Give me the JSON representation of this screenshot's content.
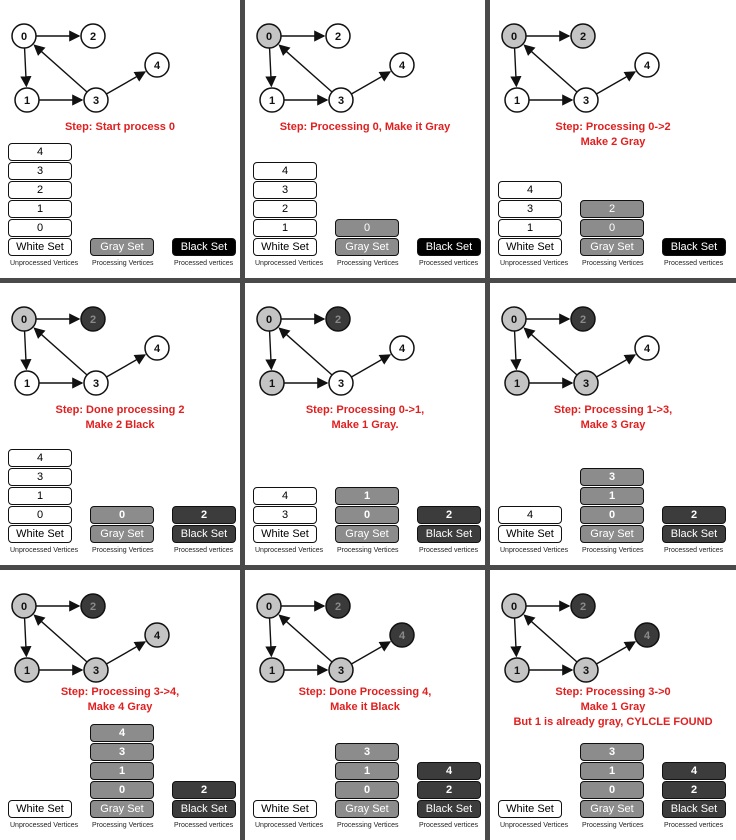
{
  "node_labels": [
    "0",
    "1",
    "2",
    "3",
    "4"
  ],
  "colors": {
    "white": "#ffffff",
    "gray": "#c4c4c4",
    "black": "#3a3a3a",
    "step_text": "#e02020"
  },
  "captions": {
    "white": "Unprocessed Vertices",
    "gray": "Processing Vertices",
    "black": "Processed vertices"
  },
  "panels": [
    {
      "step": "Step: Start process 0",
      "node_state": [
        "white",
        "white",
        "white",
        "white",
        "white"
      ],
      "white_stack": [
        "0",
        "1",
        "2",
        "3",
        "4"
      ],
      "white_label": "White Set",
      "gray_stack": [],
      "gray_label": "Gray Set",
      "black_stack": [],
      "black_label": "Black Set",
      "black_label_style": "blackfill"
    },
    {
      "step": "Step: Processing 0, Make it Gray",
      "node_state": [
        "gray",
        "white",
        "white",
        "white",
        "white"
      ],
      "white_stack": [
        "1",
        "2",
        "3",
        "4"
      ],
      "white_label": "White Set",
      "gray_stack": [
        "0"
      ],
      "gray_label": "Gray Set",
      "black_stack": [],
      "black_label": "Black Set",
      "black_label_style": "blackfill"
    },
    {
      "step": "Step: Processing 0->2\nMake 2 Gray",
      "node_state": [
        "gray",
        "white",
        "gray",
        "white",
        "white"
      ],
      "white_stack": [
        "1",
        "3",
        "4"
      ],
      "white_label": "White Set",
      "gray_stack": [
        "0",
        "2"
      ],
      "gray_label": "Gray Set",
      "black_stack": [],
      "black_label": "Black Set",
      "black_label_style": "blackfill"
    },
    {
      "step": "Step: Done processing 2\nMake 2 Black",
      "node_state": [
        "gray",
        "white",
        "black",
        "white",
        "white"
      ],
      "white_stack": [
        "0",
        "1",
        "3",
        "4"
      ],
      "white_label": "White Set",
      "gray_stack": [
        "0"
      ],
      "gray_label": "Gray Set",
      "black_stack": [
        "2"
      ],
      "black_label": "Black Set",
      "black_label_style": "black"
    },
    {
      "step": "Step: Processing 0->1,\nMake 1 Gray.",
      "node_state": [
        "gray",
        "gray",
        "black",
        "white",
        "white"
      ],
      "white_stack": [
        "3",
        "4"
      ],
      "white_label": "White Set",
      "gray_stack": [
        "0",
        "1"
      ],
      "gray_label": "Gray Set",
      "black_stack": [
        "2"
      ],
      "black_label": "Black Set",
      "black_label_style": "black"
    },
    {
      "step": "Step: Processing 1->3,\nMake 3 Gray",
      "node_state": [
        "gray",
        "gray",
        "black",
        "gray",
        "white"
      ],
      "white_stack": [
        "4"
      ],
      "white_label": "White Set",
      "gray_stack": [
        "0",
        "1",
        "3"
      ],
      "gray_label": "Gray Set",
      "black_stack": [
        "2"
      ],
      "black_label": "Black Set",
      "black_label_style": "black"
    },
    {
      "step": "Step: Processing 3->4,\nMake 4 Gray",
      "node_state": [
        "gray",
        "gray",
        "black",
        "gray",
        "gray"
      ],
      "white_stack": [],
      "white_label": "White Set",
      "gray_stack": [
        "0",
        "1",
        "3",
        "4"
      ],
      "gray_label": "Gray Set",
      "black_stack": [
        "2"
      ],
      "black_label": "Black Set",
      "black_label_style": "black"
    },
    {
      "step": "Step: Done Processing 4,\nMake it Black",
      "node_state": [
        "gray",
        "gray",
        "black",
        "gray",
        "black"
      ],
      "white_stack": [],
      "white_label": "White Set",
      "gray_stack": [
        "0",
        "1",
        "3"
      ],
      "gray_label": "Gray Set",
      "black_stack": [
        "2",
        "4"
      ],
      "black_label": "Black Set",
      "black_label_style": "black"
    },
    {
      "step": "Step: Processing 3->0\nMake 1 Gray\nBut 1 is already gray, CYLCLE FOUND",
      "node_state": [
        "gray",
        "gray",
        "black",
        "gray",
        "black"
      ],
      "white_stack": [],
      "white_label": "White Set",
      "gray_stack": [
        "0",
        "1",
        "3"
      ],
      "gray_label": "Gray Set",
      "black_stack": [
        "2",
        "4"
      ],
      "black_label": "Black Set",
      "black_label_style": "black"
    }
  ]
}
